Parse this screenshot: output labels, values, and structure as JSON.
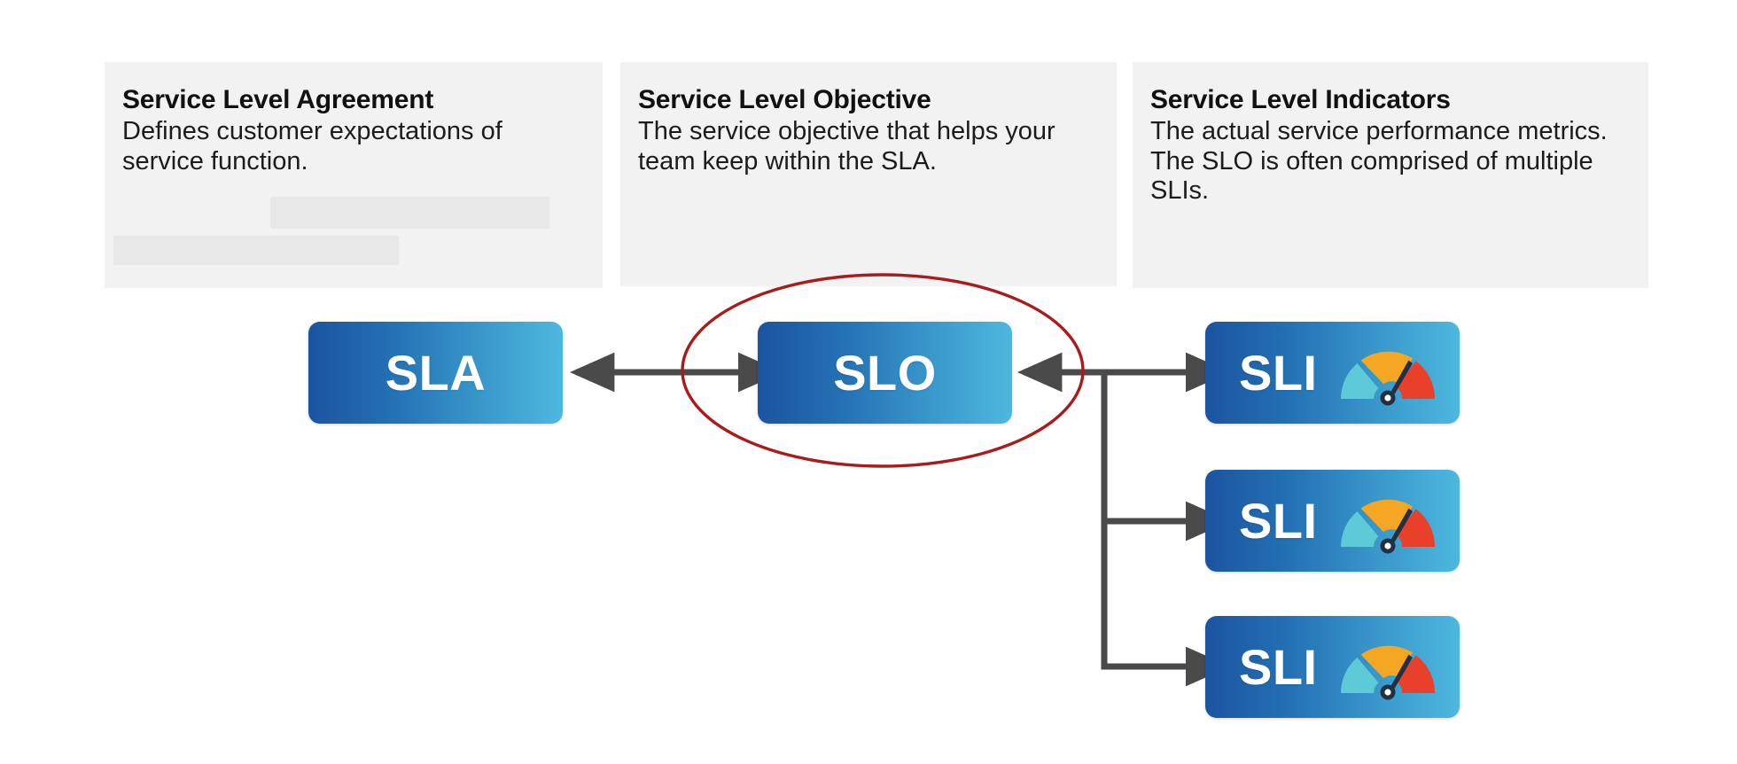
{
  "diagram": {
    "title": "SLA / SLO / SLI relationship diagram",
    "colors": {
      "card_background": "#f2f2f2",
      "redaction_block": "#e8e8e8",
      "box_gradient_start": "#1b54a0",
      "box_gradient_end": "#4db8de",
      "arrow": "#4a4a4a",
      "highlight_ellipse": "#a81c1c",
      "gauge_teal": "#5ecad8",
      "gauge_orange": "#f5a623",
      "gauge_red": "#e8402a",
      "gauge_needle": "#233042",
      "node_label": "#ffffff"
    }
  },
  "cards": [
    {
      "id": "sla",
      "title": "Service Level Agreement",
      "body": "Defines customer expectations of service function."
    },
    {
      "id": "slo",
      "title": "Service Level Objective",
      "body": "The service objective that helps your team keep within the SLA."
    },
    {
      "id": "sli",
      "title": "Service Level Indicators",
      "body": "The actual service performance metrics. The SLO is often comprised of multiple SLIs."
    }
  ],
  "nodes": {
    "sla": {
      "label": "SLA"
    },
    "slo": {
      "label": "SLO"
    },
    "sli_1": {
      "label": "SLI",
      "icon": "gauge-icon"
    },
    "sli_2": {
      "label": "SLI",
      "icon": "gauge-icon"
    },
    "sli_3": {
      "label": "SLI",
      "icon": "gauge-icon"
    }
  },
  "connectors": [
    {
      "id": "sla-slo",
      "from": "SLA",
      "to": "SLO",
      "style": "double-arrow"
    },
    {
      "id": "slo-sli-trunk",
      "from": "SLO",
      "to": "SLI",
      "style": "double-arrow"
    },
    {
      "id": "branch-sli-1",
      "from": "SLO",
      "to": "SLI",
      "style": "arrow"
    },
    {
      "id": "branch-sli-2",
      "from": "SLO",
      "to": "SLI",
      "style": "arrow"
    },
    {
      "id": "branch-sli-3",
      "from": "SLO",
      "to": "SLI",
      "style": "arrow"
    }
  ],
  "annotation": {
    "highlight": {
      "target": "SLO",
      "shape": "ellipse",
      "color": "#a81c1c"
    }
  }
}
